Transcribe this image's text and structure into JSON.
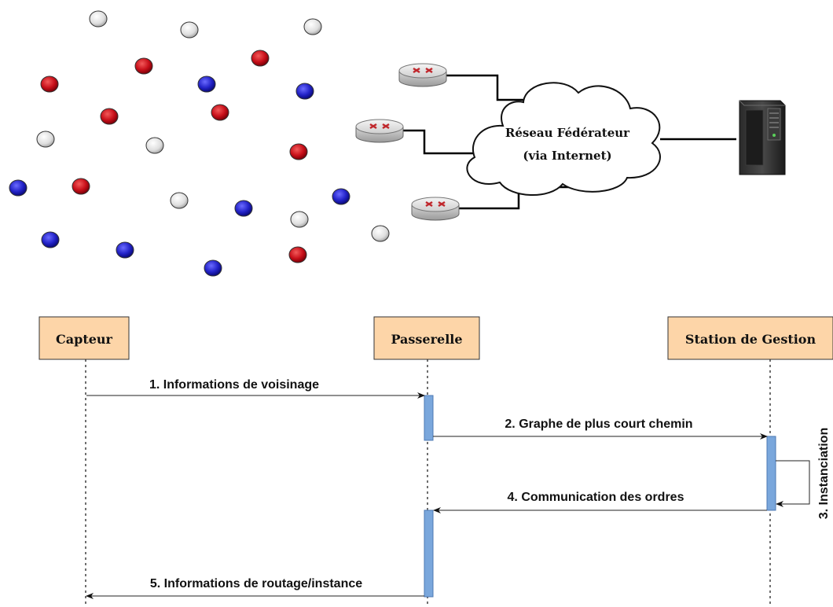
{
  "network": {
    "cloud_label_line1": "Réseau Fédérateur",
    "cloud_label_line2": "(via Internet)",
    "node_colors": {
      "red": "#c8101a",
      "blue": "#2323c8",
      "gray": "#e6e6e6"
    }
  },
  "sequence": {
    "actors": {
      "sensor": "Capteur",
      "gateway": "Passerelle",
      "station": "Station de Gestion"
    },
    "messages": {
      "m1": "1.  Informations de voisinage",
      "m2": "2.  Graphe de plus court chemin",
      "m3": "3. Instanciation",
      "m4": "4.  Communication des ordres",
      "m5": "5.  Informations de routage/instance"
    }
  }
}
